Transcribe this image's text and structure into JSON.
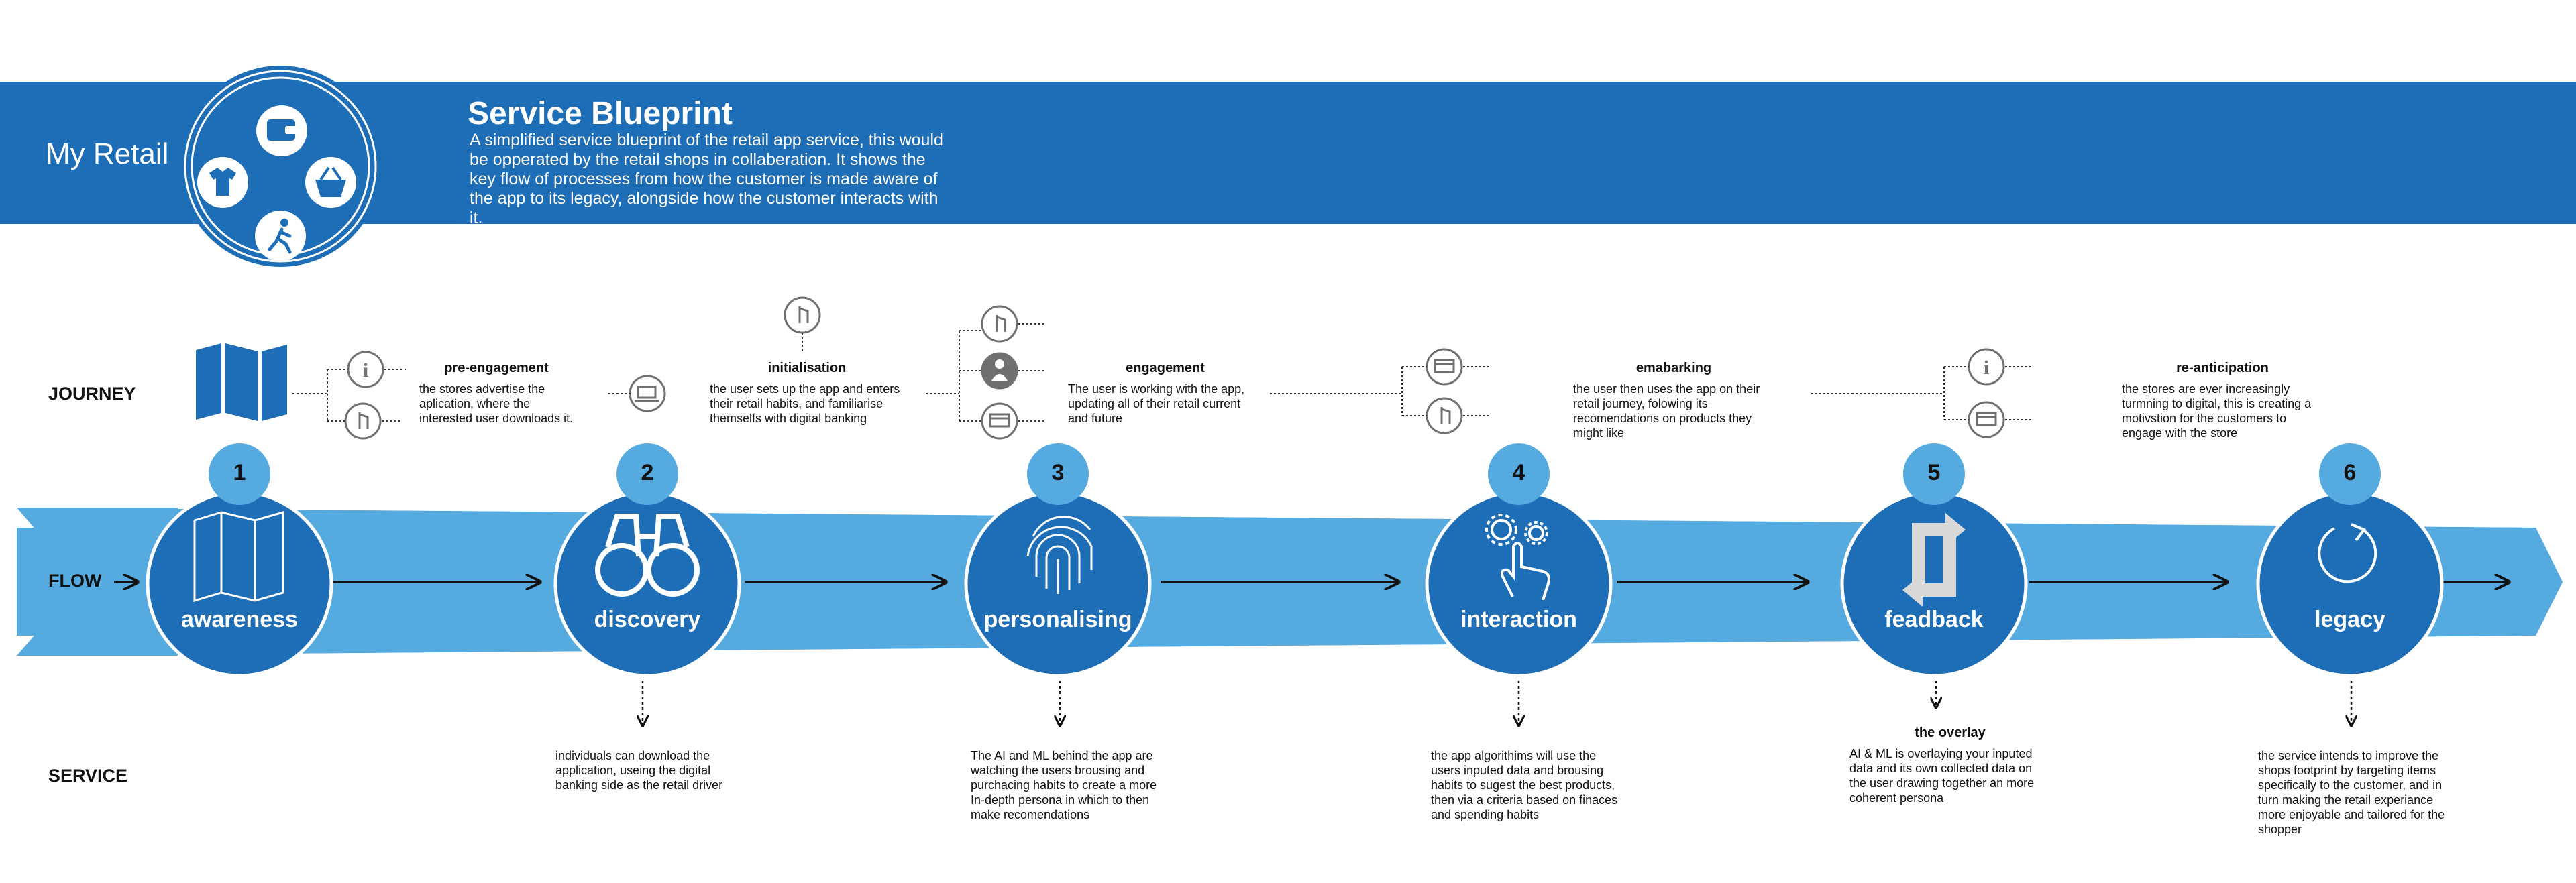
{
  "header": {
    "brand": "My Retail",
    "title": "Service Blueprint",
    "description": "A simplified service blueprint of the retail app service, this would be opperated by the retail shops in collaberation. It shows the key flow of processes from  how the customer is made aware of the app to its legacy, alongside how the customer interacts with it."
  },
  "rows": {
    "journey": "JOURNEY",
    "flow": "FLOW",
    "service": "SERVICE"
  },
  "stages": [
    {
      "number": "1",
      "label": "awareness"
    },
    {
      "number": "2",
      "label": "discovery"
    },
    {
      "number": "3",
      "label": "personalising"
    },
    {
      "number": "4",
      "label": "interaction"
    },
    {
      "number": "5",
      "label": "feadback"
    },
    {
      "number": "6",
      "label": "legacy"
    }
  ],
  "journey": [
    {
      "title": "pre-engagement",
      "text": "the stores advertise the aplication, where the interested user downloads it."
    },
    {
      "title": "initialisation",
      "text": "the user sets up the app and enters their retail habits, and familiarise themselfs with digital banking"
    },
    {
      "title": "engagement",
      "text": "The user is working with the app, updating all of their retail current and future"
    },
    {
      "title": "emabarking",
      "text": "the user then uses the app on their retail journey, folowing its recomendations on products they might like"
    },
    {
      "title": "re-anticipation",
      "text": "the stores are ever increasingly turmning to digital, this is creating a motivstion for the customers to engage with the store"
    }
  ],
  "service": [
    {
      "title": "",
      "text": "individuals can download the application, useing the digital banking side as the retail driver"
    },
    {
      "title": "",
      "text": "The AI and ML behind the app are watching the users brousing and purchacing habits to create a more In-depth persona in which to then make recomendations"
    },
    {
      "title": "",
      "text": "the app algorithims will use the users inputed data and brousing habits to sugest the best products, then via a criteria based on finaces and spending habits"
    },
    {
      "title": "the overlay",
      "text": "AI & ML is overlaying your inputed data and its own collected data on the user drawing together an more coherent persona"
    },
    {
      "title": "",
      "text": "the service intends to improve the shops footprint by targeting items specifically to the customer, and in turn making the retail experiance more enjoyable and tailored for the shopper"
    }
  ],
  "icons": [
    "wallet-icon",
    "shirt-icon",
    "shopping-basket-icon",
    "running-person-icon",
    "map-icon",
    "binoculars-icon",
    "fingerprint-icon",
    "gear-touch-icon",
    "refresh-icon",
    "circular-arrow-icon",
    "info-icon",
    "tap-icon",
    "laptop-icon",
    "store-icon",
    "person-icon"
  ],
  "colors": {
    "primary": "#1d6eb6",
    "light": "#55aadf",
    "icon_gray": "#707070"
  }
}
